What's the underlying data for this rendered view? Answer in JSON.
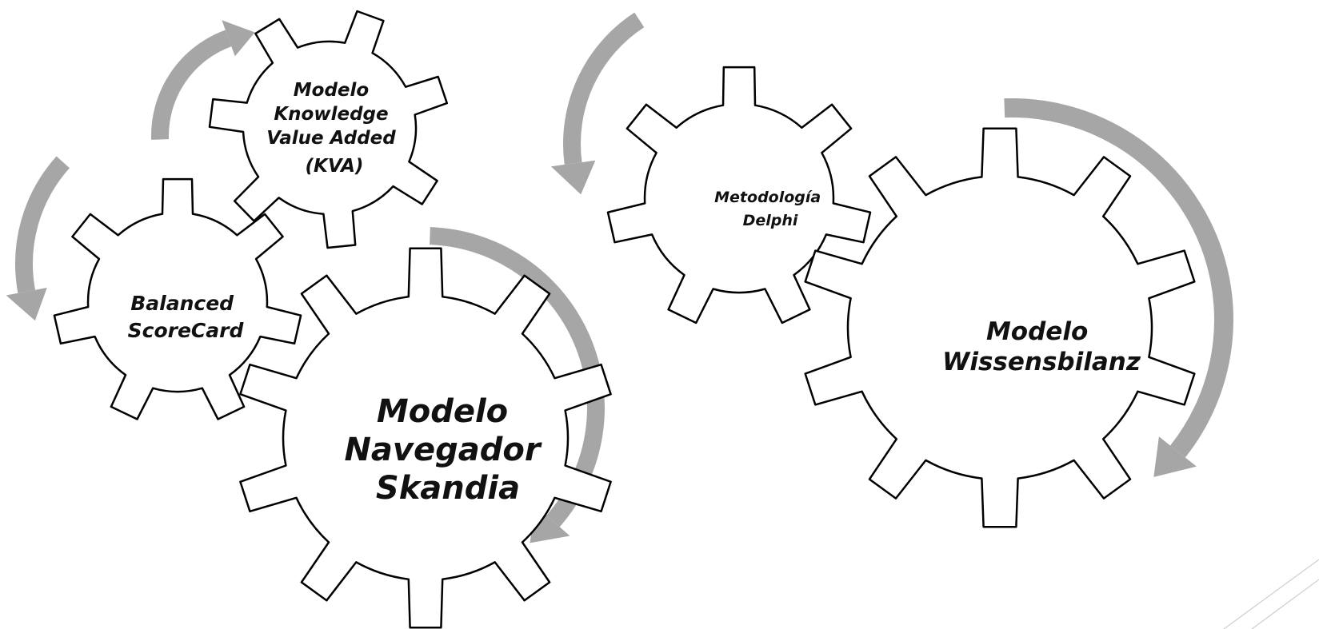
{
  "diagram": {
    "gears": [
      {
        "id": "kva",
        "lines": [
          "Modelo",
          "Knowledge",
          "Value Added",
          "(KVA)"
        ]
      },
      {
        "id": "balanced",
        "lines": [
          "Balanced",
          "ScoreCard"
        ]
      },
      {
        "id": "skandia",
        "lines": [
          "Modelo",
          "Navegador",
          "Skandia"
        ]
      },
      {
        "id": "delphi",
        "lines": [
          "Metodología",
          "Delphi"
        ]
      },
      {
        "id": "wissensbilanz",
        "lines": [
          "Modelo",
          "Wissensbilanz"
        ]
      }
    ],
    "colors": {
      "gear_outline": "#000000",
      "gear_fill": "#ffffff",
      "arrows": "#a6a6a6",
      "text": "#111111",
      "background": "#ffffff"
    }
  }
}
